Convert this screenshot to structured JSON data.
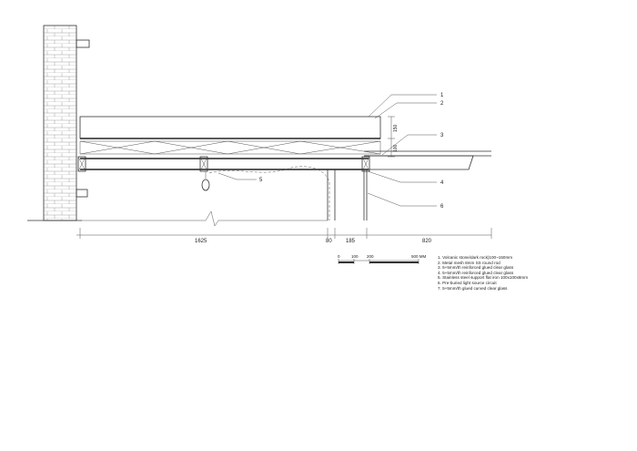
{
  "callouts": [
    "1",
    "2",
    "3",
    "4",
    "5",
    "6"
  ],
  "vertical_dims": [
    "150",
    "100"
  ],
  "horizontal_dims": [
    "1625",
    "80",
    "185",
    "820"
  ],
  "scale_bar": {
    "ticks": [
      "0",
      "100",
      "200",
      "500 MM"
    ]
  },
  "legend": [
    "1. Volcanic stone/dark rock)100~150mm",
    "2. Metal mesh 8mm SS round rod",
    "3. 5+5mm/th reinforced glued clear glass",
    "4. 5+5mm/th reinforced glued clear glass",
    "5. Stainless steel support flat iron 100x100x8mm",
    "6. Pre-buried light source circuit",
    "7. 5+5mm/th glued curved clear glass"
  ]
}
